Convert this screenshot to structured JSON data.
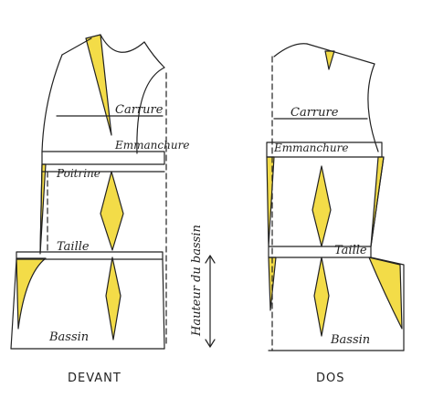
{
  "colors": {
    "ink": "#222222",
    "dart_fill": "#f3dc48",
    "paper": "#ffffff"
  },
  "front": {
    "name": "DEVANT",
    "labels": {
      "carrure": "Carrure",
      "emmanchure": "Emmanchure",
      "poitrine": "Poitrine",
      "taille": "Taille",
      "bassin": "Bassin"
    }
  },
  "back": {
    "name": "DOS",
    "labels": {
      "carrure": "Carrure",
      "emmanchure": "Emmanchure",
      "taille": "Taille",
      "bassin": "Bassin"
    }
  },
  "hip_height_label": "Hauteur du bassin"
}
